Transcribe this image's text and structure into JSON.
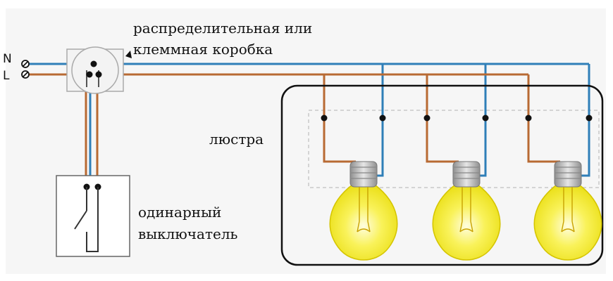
{
  "labels": {
    "junction_box_line1": "распределительная или",
    "junction_box_line2": "клеммная коробка",
    "chandelier": "люстра",
    "switch_line1": "одинарный",
    "switch_line2": "выключатель",
    "neutral": "N",
    "phase": "L"
  },
  "colors": {
    "neutral_wire": "#2f7fb8",
    "phase_wire": "#b86a33",
    "bulb_glass": "#f4ee1c",
    "bulb_base": "#b8b8b8",
    "outline": "#111111"
  },
  "bulbs": [
    {
      "index": 1
    },
    {
      "index": 2
    },
    {
      "index": 3
    }
  ]
}
